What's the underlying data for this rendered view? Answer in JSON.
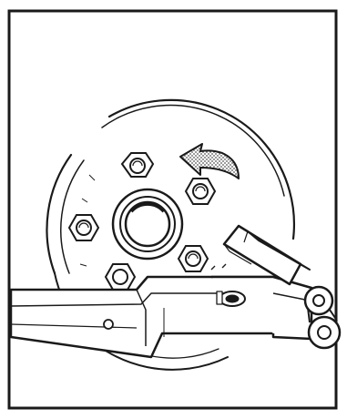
{
  "figure": {
    "subject": "wheel-with-lug-nut-wrench",
    "lug_nut_count": 5,
    "rotation_direction": "counterclockwise",
    "colors": {
      "ink": "#1a1a1a",
      "paper": "#ffffff",
      "arrow_fill": "#9a9a9a"
    }
  }
}
